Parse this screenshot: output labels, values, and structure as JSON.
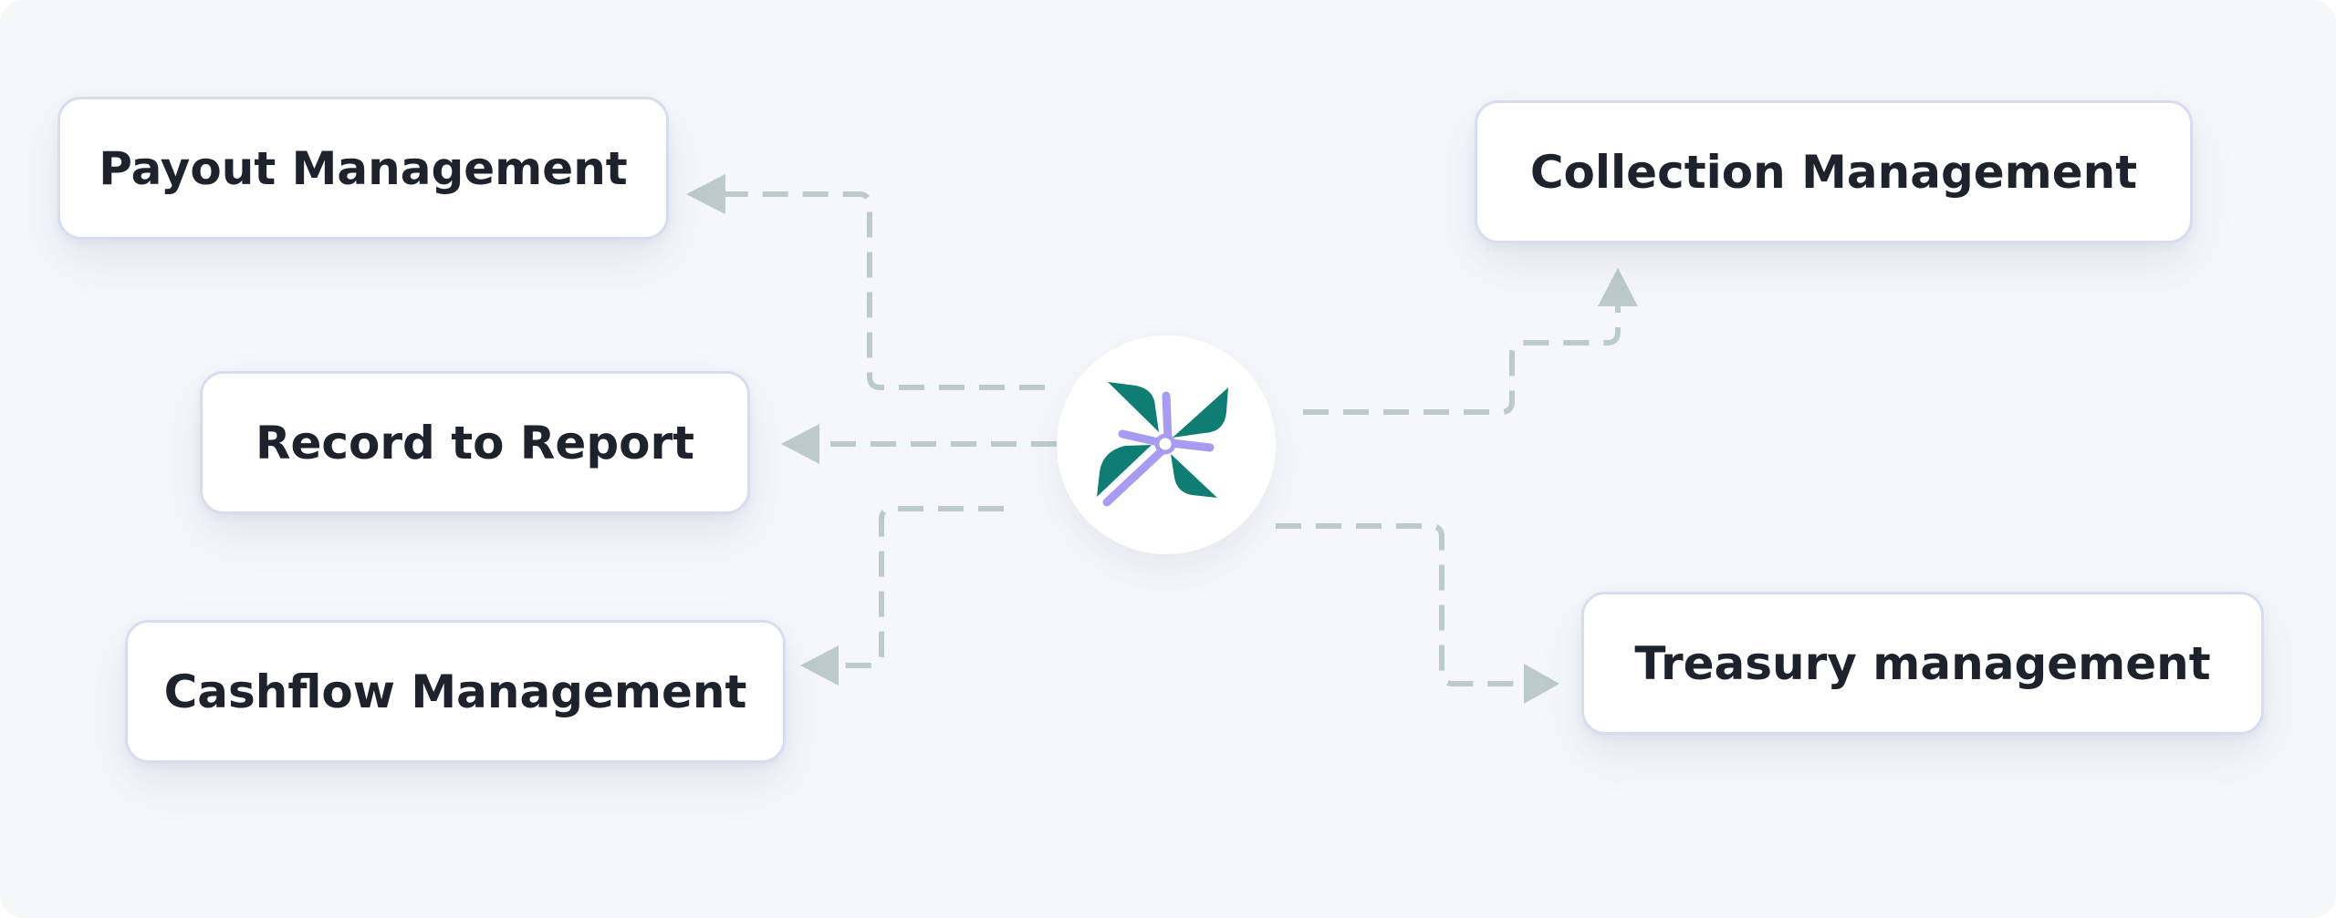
{
  "diagram": {
    "hub": {
      "icon": "pinwheel-icon",
      "colors": {
        "blade": "#0f7d74",
        "accent": "#a79cf2"
      }
    },
    "nodes": [
      {
        "id": "payout",
        "label": "Payout Management"
      },
      {
        "id": "record",
        "label": "Record to Report"
      },
      {
        "id": "cashflow",
        "label": "Cashflow Management"
      },
      {
        "id": "collection",
        "label": "Collection Management"
      },
      {
        "id": "treasury",
        "label": "Treasury management"
      }
    ],
    "connectors": [
      {
        "from": "hub",
        "to": "payout",
        "style": "dashed"
      },
      {
        "from": "hub",
        "to": "record",
        "style": "dashed"
      },
      {
        "from": "hub",
        "to": "cashflow",
        "style": "dashed"
      },
      {
        "from": "hub",
        "to": "collection",
        "style": "dashed"
      },
      {
        "from": "hub",
        "to": "treasury",
        "style": "dashed"
      }
    ],
    "colors": {
      "background": "#f5f7fb",
      "connector": "#bccbc9",
      "node_border": "#d9dcf1",
      "text": "#1d222c"
    }
  }
}
